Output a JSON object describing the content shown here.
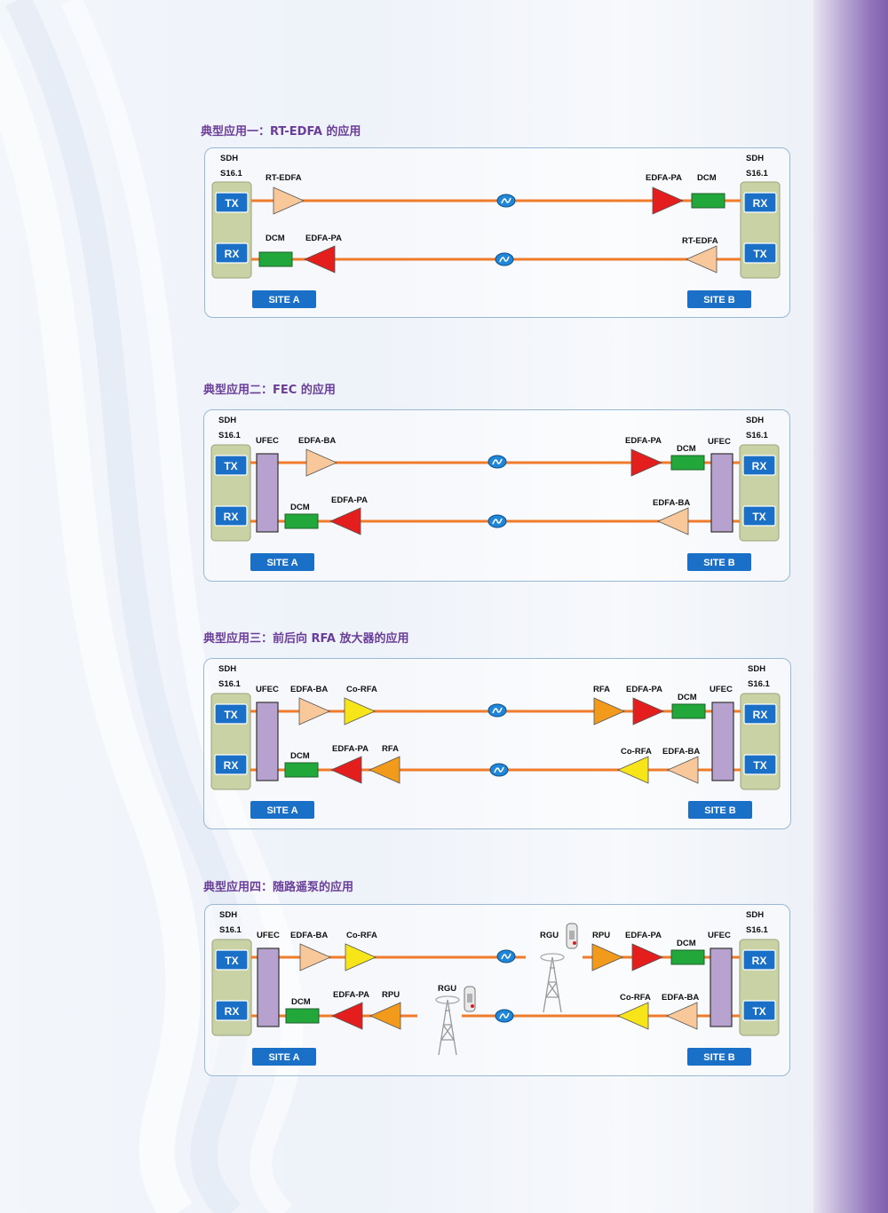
{
  "colors": {
    "fiber": "#f07b2a",
    "edfa_ba": "#f8c79a",
    "edfa_pa": "#e41d1d",
    "co_rfa": "#f7e51a",
    "rfa": "#f29a1c",
    "dcm": "#22a83a",
    "ufec": "#b7a2cf",
    "sdh_box": "#c9d2a5",
    "port": "#1a6fc7",
    "site": "#1a6fc7",
    "title": "#6a3d98"
  },
  "common": {
    "sdh": "SDH",
    "s161": "S16.1",
    "tx": "TX",
    "rx": "RX",
    "site_a": "SITE A",
    "site_b": "SITE B",
    "ufec": "UFEC",
    "dcm": "DCM",
    "rt_edfa": "RT-EDFA",
    "edfa_pa": "EDFA-PA",
    "edfa_ba": "EDFA-BA",
    "co_rfa": "Co-RFA",
    "rfa": "RFA",
    "rgu": "RGU",
    "rpu": "RPU"
  },
  "sections": [
    {
      "title": "典型应用一：RT-EDFA 的应用"
    },
    {
      "title": "典型应用二：FEC 的应用"
    },
    {
      "title": "典型应用三：前后向 RFA 放大器的应用"
    },
    {
      "title": "典型应用四：随路遥泵的应用"
    }
  ],
  "icons": {
    "fiber_span": "fiber-span-icon",
    "tower": "tower-icon",
    "rgu_unit": "rgu-unit-icon"
  }
}
